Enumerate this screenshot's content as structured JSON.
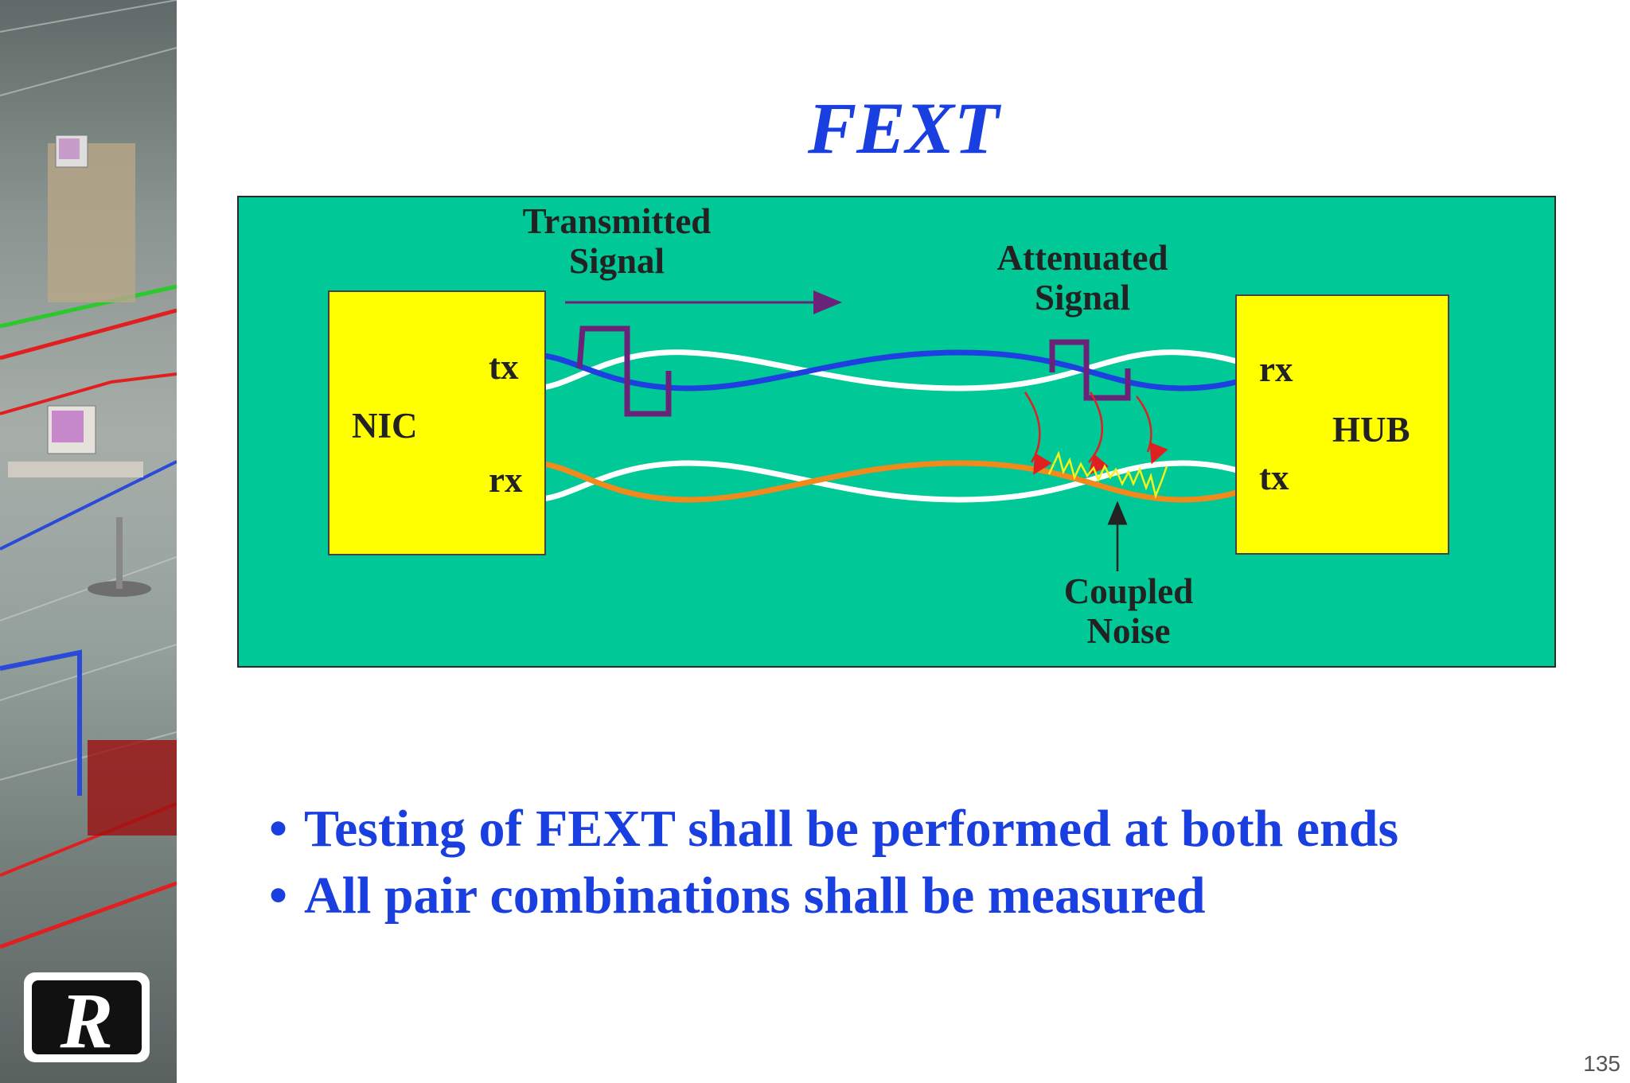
{
  "slide": {
    "title": "FEXT",
    "page_number": "135"
  },
  "diagram": {
    "left_box": {
      "label": "NIC",
      "port_top": "tx",
      "port_bottom": "rx"
    },
    "right_box": {
      "label": "HUB",
      "port_top": "rx",
      "port_bottom": "tx"
    },
    "transmitted_signal": [
      "Transmitted",
      "Signal"
    ],
    "attenuated_signal": [
      "Attenuated",
      "Signal"
    ],
    "coupled_noise": [
      "Coupled",
      "Noise"
    ],
    "colors": {
      "background": "#00c896",
      "box": "#ffff00",
      "tx_pair_wire": "#1e40e0",
      "rx_pair_wire": "#f08a1c",
      "signal_pulse": "#6a2378",
      "coupling_arrows": "#e02020",
      "noise": "#f5f21a"
    }
  },
  "bullets": [
    "Testing of FEXT shall be performed at both ends",
    "All pair combinations shall be measured"
  ],
  "logo": {
    "text": "R"
  }
}
